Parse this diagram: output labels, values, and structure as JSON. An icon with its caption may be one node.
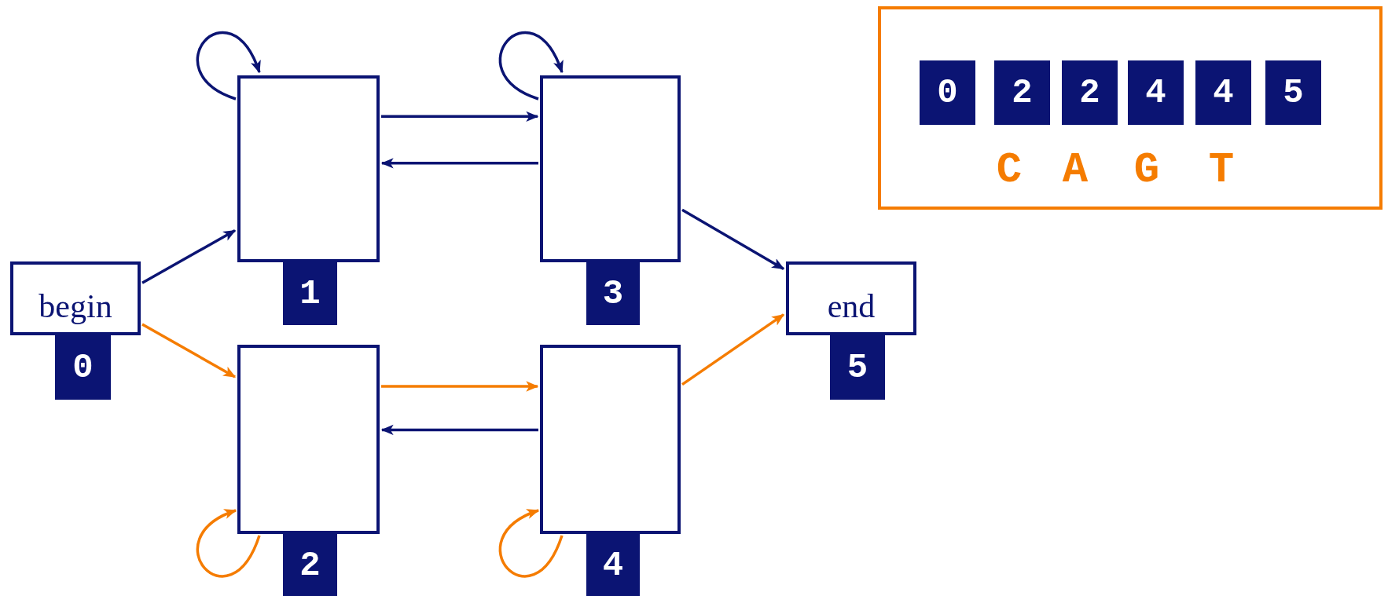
{
  "diagram": {
    "nodes": [
      {
        "text": [
          "begin"
        ]
      },
      {
        "text": [
          "0"
        ]
      },
      {
        "text": [],
        "shape": "box"
      },
      {
        "text": [
          "1"
        ]
      },
      {
        "text": [],
        "shape": "box"
      },
      {
        "text": [
          "2"
        ]
      },
      {
        "text": [],
        "shape": "box"
      },
      {
        "text": [
          "3"
        ]
      },
      {
        "text": [],
        "shape": "box"
      },
      {
        "text": [
          "4"
        ]
      },
      {
        "text": [
          "end"
        ]
      },
      {
        "text": [
          "5"
        ]
      },
      {
        "text": [],
        "shape": "box"
      },
      {
        "text": [
          "0"
        ],
        "in": 12
      },
      {
        "text": [
          "2"
        ],
        "in": 12
      },
      {
        "text": [
          "2"
        ],
        "in": 12
      },
      {
        "text": [
          "4"
        ],
        "in": 12
      },
      {
        "text": [
          "4"
        ],
        "in": 12
      },
      {
        "text": [
          "5"
        ],
        "in": 12
      }
    ],
    "edges": [
      {
        "from": 2,
        "to": 2,
        "arrow": "to"
      },
      {
        "from": 6,
        "to": 6,
        "arrow": "to"
      },
      {
        "from": 2,
        "to": 6,
        "arrow": "to"
      },
      {
        "from": 6,
        "to": 2,
        "arrow": "to"
      },
      {
        "from": 0,
        "to": 2,
        "arrow": "to"
      },
      {
        "from": 6,
        "to": 10,
        "arrow": "to"
      },
      {
        "from": 0,
        "to": 4,
        "arrow": "to",
        "color": "#f57c00"
      },
      {
        "from": 4,
        "to": 8,
        "arrow": "to",
        "color": "#f57c00"
      },
      {
        "from": 8,
        "to": 10,
        "arrow": "to",
        "color": "#f57c00"
      },
      {
        "from": 8,
        "to": 4,
        "arrow": "to"
      },
      {
        "from": 4,
        "to": 4,
        "arrow": "to",
        "color": "#f57c00"
      },
      {
        "from": 8,
        "to": 8,
        "arrow": "to",
        "color": "#f57c00"
      }
    ],
    "labels": [
      "C",
      "A",
      "G",
      "T"
    ]
  }
}
